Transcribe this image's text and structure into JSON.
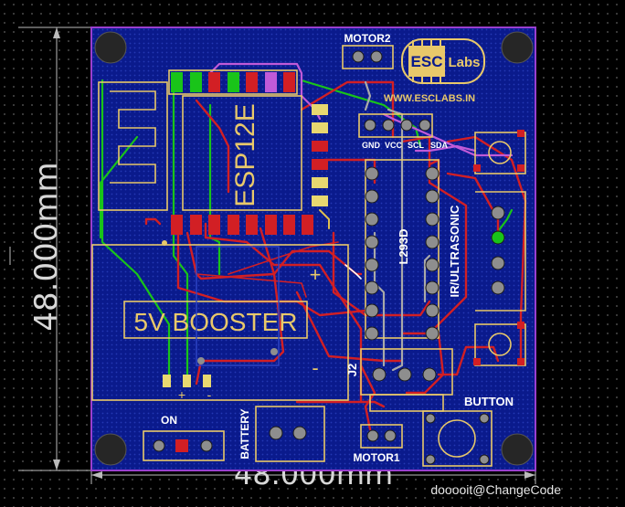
{
  "board": {
    "width_label": "48.000mm",
    "height_label": "48.000mm",
    "module_label": "ESP12E",
    "booster_label": "5V BOOSTER",
    "driver_label": "L293D",
    "sensor_label": "IR/ULTRASONIC",
    "motor2_label": "MOTOR2",
    "motor1_label": "MOTOR1",
    "button_label": "BUTTON",
    "battery_label": "BATTERY",
    "on_label": "ON",
    "header_pins": [
      "GND",
      "VCC",
      "SCL",
      "SDA"
    ],
    "j2_label": "J2",
    "plus_label": "+",
    "minus_label": "-",
    "bottom_plus": "+",
    "bottom_minus": "-"
  },
  "logo": {
    "chip_text": "ESC",
    "labs_text": "Labs",
    "website": "WWW.ESCLABS.IN"
  },
  "watermark": "dooooit@ChangeCode",
  "colors": {
    "board": "#0a1a8c",
    "trace_red": "#d21f24",
    "trace_green": "#19c419",
    "trace_gray": "#a9a9a9",
    "trace_purple": "#c05ad8",
    "silkscreen": "#e8c86a",
    "outline": "#9a3fd0"
  }
}
